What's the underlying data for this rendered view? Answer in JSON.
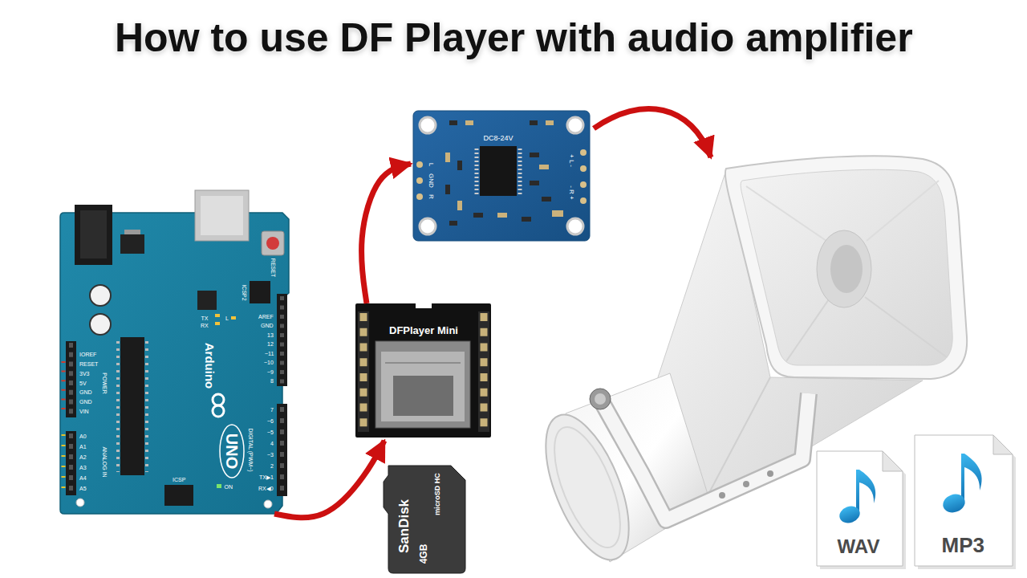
{
  "diagram": {
    "title": "How to use DF Player with audio amplifier",
    "nodes": [
      {
        "text": [
          "Arduino",
          "UNO"
        ]
      },
      {
        "text": [
          "DC8-24V"
        ]
      },
      {
        "text": [
          "DFPlayer Mini"
        ]
      },
      {
        "text": [
          "SanDisk",
          "microSD HC",
          "4GB"
        ]
      },
      {
        "text": [
          "WAV"
        ]
      },
      {
        "text": [
          "MP3"
        ]
      }
    ],
    "edges": [
      {
        "from": 0,
        "to": 2,
        "arrow": "to"
      },
      {
        "from": 2,
        "to": 1,
        "arrow": "to"
      }
    ],
    "labels": [
      "RESET",
      "ICSP2",
      "TX",
      "RX",
      "L",
      "AREF",
      "GND",
      "13",
      "12",
      "~11",
      "~10",
      "~9",
      "8",
      "7",
      "~6",
      "~5",
      "4",
      "~3",
      "2",
      "TX▶1",
      "RX◀0",
      "DIGITAL (PWM~)",
      "IOREF",
      "RESET",
      "3V3",
      "5V",
      "GND",
      "GND",
      "VIN",
      "POWER",
      "A0",
      "A1",
      "A2",
      "A3",
      "A4",
      "A5",
      "ANALOG IN",
      "ICSP",
      "ON",
      "L",
      "GND",
      "R",
      "+ L -",
      "- R +"
    ]
  }
}
